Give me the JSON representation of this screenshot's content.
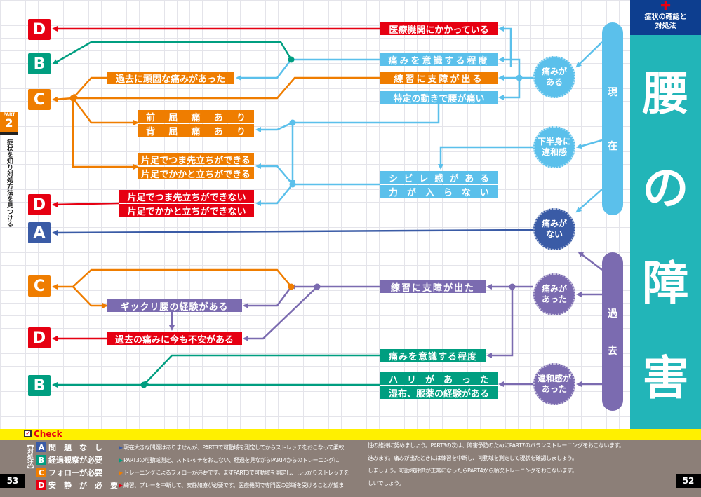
{
  "side_tab": {
    "part_label": "PART",
    "part_number": "2",
    "chapter_title": "症状を知り対処方法を見つける"
  },
  "right_panel": {
    "subtitle": "症状の確認と対処法",
    "title_chars": [
      "腰",
      "の",
      "障",
      "害"
    ]
  },
  "letters": {
    "top_d1": "D",
    "top_b": "B",
    "top_c": "C",
    "mid_d": "D",
    "mid_a": "A",
    "low_c": "C",
    "low_d": "D",
    "low_b": "B"
  },
  "present": {
    "pill": [
      "現",
      "在"
    ],
    "circle_pain": "痛みが\nある",
    "circle_lower": "下半身に\n違和感",
    "circle_none": "痛みが\nない",
    "medical": "医療機関にかかっている",
    "pain_degree": "痛みを意識する程度",
    "practice_hindered": "練習に支障が出る",
    "specific_motion": "特定の動きで腰が痛い",
    "past_stubborn": "過去に頑固な痛みがあった",
    "flexion": [
      "前",
      "屈",
      "痛",
      "あ",
      "り"
    ],
    "extension": [
      "背",
      "屈",
      "痛",
      "あ",
      "り"
    ],
    "toe_can": "片足でつま先立ちができる",
    "heel_can": "片足でかかと立ちができる",
    "toe_cannot": "片足でつま先立ちができない",
    "heel_cannot": "片足でかかと立ちができない",
    "numbness": [
      "シ",
      "ビ",
      "レ",
      "感",
      "が",
      "あ",
      "る"
    ],
    "weakness": [
      "力",
      "が",
      "入",
      "ら",
      "な",
      "い"
    ]
  },
  "past": {
    "pill": [
      "過",
      "去"
    ],
    "circle_pain": "痛みが\nあった",
    "circle_discomfort": "違和感が\nあった",
    "practice_hindered": "練習に支障が出た",
    "gikkuri": "ギックリ腰の経験がある",
    "past_anxiety": "過去の痛みに今も不安がある",
    "pain_degree": "痛みを意識する程度",
    "stiffness": [
      "ハ",
      "リ",
      "が",
      "あ",
      "っ",
      "た"
    ],
    "compress": "湿布、服薬の経験がある"
  },
  "check": {
    "title": "Check",
    "side_label": "【対処法】",
    "rows": [
      {
        "letter": "A",
        "label": "問　題　な　し",
        "text_left": "現在大きな問題はありませんが、PART3で可動域を測定してからストレッチをおこなって柔軟",
        "text_right": "性の維持に努めましょう。PART3の次は、障害予防のためにPART7のバランストレーニングをおこないます。"
      },
      {
        "letter": "B",
        "label": "経過観察が必要",
        "text_left": "PART3の可動域測定、ストレッチをおこない、経過を見ながらPART4からのトレーニングに",
        "text_right": "進みます。痛みが出たときには練習を中断し、可動域を測定して現状を確認しましょう。"
      },
      {
        "letter": "C",
        "label": "フォローが必要",
        "text_left": "トレーニングによるフォローが必要です。まずPART3で可動域を測定し、しっかりストレッチを",
        "text_right": "しましょう。可動域評価が正常になったらPART4から順次トレーニングをおこないます。"
      },
      {
        "letter": "D",
        "label": "安　静　が　必　要",
        "text_left": "練習、プレーを中断して、安静加療が必要です。医療機関で専門医の診断を受けることが望ま",
        "text_right": "しいでしょう。"
      }
    ],
    "page_left": "53",
    "page_right": "52"
  },
  "colors": {
    "red": "#e60012",
    "green": "#009e80",
    "orange": "#ef7d00",
    "blue": "#3a5ba6",
    "light_blue": "#5bc0eb",
    "purple": "#7b6bb0",
    "teal": "#22b5b8",
    "navy": "#0d3e8f",
    "yellow": "#fff000",
    "footer": "#8c7f78"
  }
}
